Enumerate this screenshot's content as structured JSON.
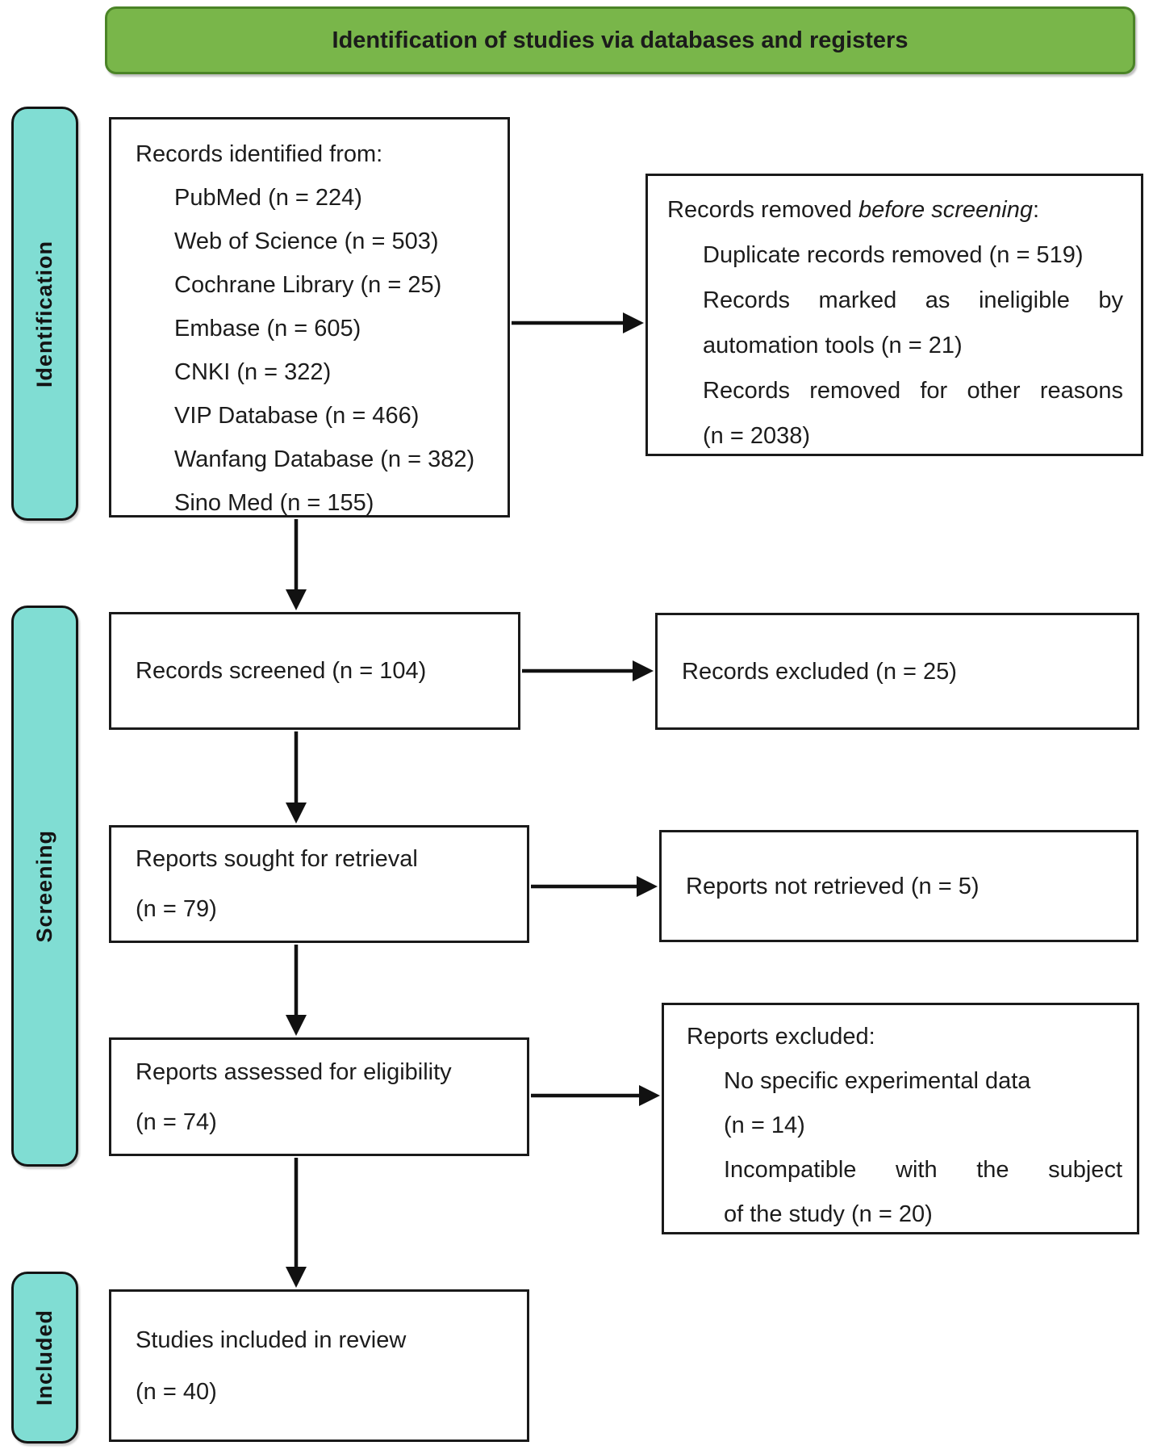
{
  "header": {
    "title": "Identification of studies via databases and registers"
  },
  "stages": {
    "identification": "Identification",
    "screening": "Screening",
    "included": "Included"
  },
  "boxes": {
    "records_identified": {
      "title": "Records identified from:",
      "items": [
        {
          "t": "PubMed (n = 224)",
          "ind": true
        },
        {
          "t": "Web of Science (n = 503)",
          "ind": true
        },
        {
          "t": "Cochrane Library (n = 25)",
          "ind": true
        },
        {
          "t": "Embase (n = 605)",
          "ind": true
        },
        {
          "t": "CNKI (n = 322)",
          "ind": true
        },
        {
          "t": "VIP Database (n = 466)",
          "ind": true
        },
        {
          "t": "Wanfang Database (n = 382)",
          "ind": true
        },
        {
          "t": "Sino Med (n = 155)",
          "ind": true
        }
      ]
    },
    "records_removed": {
      "title_prefix": "Records removed ",
      "title_italic": "before screening",
      "title_suffix": ":",
      "items": [
        {
          "t": "Duplicate records removed (n = 519)",
          "ind": true
        },
        {
          "t": "Records marked as ineligible by",
          "ind": true,
          "just": true
        },
        {
          "t": "automation tools (n = 21)",
          "ind": true
        },
        {
          "t": "Records removed for other reasons",
          "ind": true,
          "just": true
        },
        {
          "t": "(n = 2038)",
          "ind": true
        }
      ]
    },
    "records_screened": {
      "text": "Records screened (n = 104)"
    },
    "records_excluded": {
      "text": "Records excluded (n = 25)"
    },
    "reports_sought": {
      "lines": [
        {
          "t": "Reports sought for retrieval"
        },
        {
          "t": "(n = 79)"
        }
      ]
    },
    "reports_not_retrieved": {
      "text": "Reports not retrieved (n = 5)"
    },
    "reports_assessed": {
      "lines": [
        {
          "t": "Reports assessed for eligibility"
        },
        {
          "t": "(n = 74)"
        }
      ]
    },
    "reports_excluded": {
      "title": "Reports excluded:",
      "items": [
        {
          "t": "No specific experimental data",
          "ind": true
        },
        {
          "t": "(n = 14)",
          "ind": true
        },
        {
          "t": "Incompatible with the subject",
          "ind": true,
          "just": true
        },
        {
          "t": "of the study (n = 20)",
          "ind": true
        }
      ]
    },
    "studies_included": {
      "lines": [
        {
          "t": "Studies included in review"
        },
        {
          "t": "(n = 40)"
        }
      ]
    }
  },
  "colors": {
    "header_bg": "#79b64a",
    "header_border": "#4b8427",
    "stage_bg": "#80ddd3",
    "stage_border": "#141414",
    "box_border": "#1a1a1a",
    "arrow": "#111111",
    "text": "#1c1c1c"
  }
}
